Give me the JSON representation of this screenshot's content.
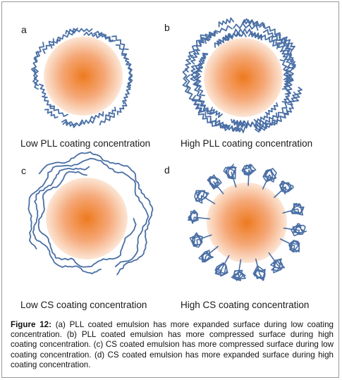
{
  "panels": [
    {
      "letter": "a",
      "caption": "Low PLL coating concentration"
    },
    {
      "letter": "b",
      "caption": "High PLL coating concentration"
    },
    {
      "letter": "c",
      "caption": "Low CS coating concentration"
    },
    {
      "letter": "d",
      "caption": "High CS coating concentration"
    }
  ],
  "figure": {
    "label": "Figure 12:",
    "text": " (a) PLL coated emulsion has more expanded surface during low coating concentration. (b) PLL coated emulsion has more compressed surface during high coating concentration. (c) CS coated emulsion has more compressed surface during low coating concentration. (d) CS coated emulsion has more expanded surface during high coating concentration."
  },
  "colors": {
    "droplet_center": "#ef7d22",
    "droplet_edge": "#fbe3d0",
    "polymer": "#4a6fa5",
    "frame": "#9a9a9a"
  }
}
